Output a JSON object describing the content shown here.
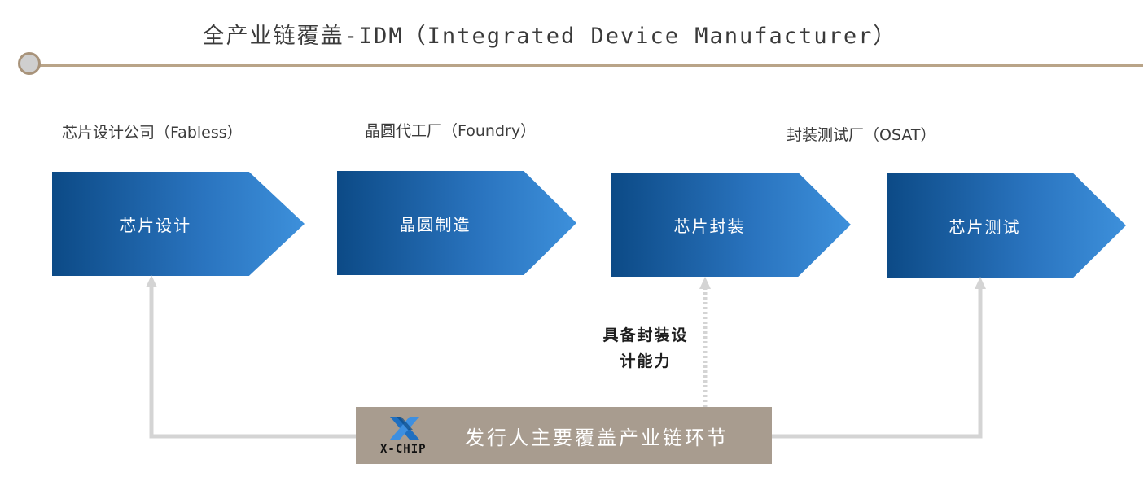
{
  "title": "全产业链覆盖-IDM（Integrated Device Manufacturer）",
  "categories": {
    "fabless": "芯片设计公司（Fabless）",
    "foundry": "晶圆代工厂（Foundry）",
    "osat": "封装测试厂（OSAT）"
  },
  "stages": {
    "design": "芯片设计",
    "manufacturing": "晶圆制造",
    "packaging": "芯片封装",
    "testing": "芯片测试"
  },
  "note": {
    "line1": "具备封装设",
    "line2": "计能力"
  },
  "issuer_bar": {
    "logo_text": "X-CHIP",
    "label": "发行人主要覆盖产业链环节"
  },
  "colors": {
    "arrow_dark": "#0c4a86",
    "arrow_light": "#3d90db",
    "accent_line": "#b9a488",
    "bar_bg": "#a89c8f",
    "logo_blue": "#1f6fc0"
  }
}
